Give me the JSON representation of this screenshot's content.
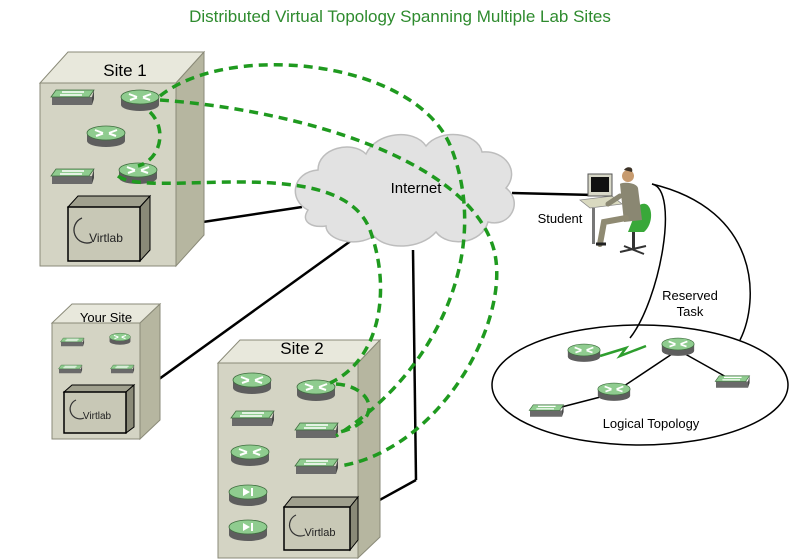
{
  "title": "Distributed Virtual Topology Spanning Multiple Lab Sites",
  "sites": {
    "site1": {
      "label": "Site 1",
      "virtlab": "Virtlab"
    },
    "your_site": {
      "label": "Your Site",
      "virtlab": "Virtlab"
    },
    "site2": {
      "label": "Site 2",
      "virtlab": "Virtlab"
    }
  },
  "internet": {
    "label": "Internet"
  },
  "student": {
    "label": "Student"
  },
  "task": {
    "line1": "Reserved",
    "line2": "Task"
  },
  "logical_topology": {
    "label": "Logical Topology"
  },
  "colors": {
    "title": "#2e8b2e",
    "device_top": "#8fcc8f",
    "device_side": "#5b5b5b",
    "cabinet_front": "#d4d4c4",
    "cabinet_side": "#b6b6a0",
    "dashed_link": "#1f9a1f"
  },
  "icons": [
    "switch-icon",
    "router-icon",
    "player-icon",
    "cloud-icon",
    "student-icon",
    "virtlab-box-icon",
    "serial-link-icon"
  ]
}
